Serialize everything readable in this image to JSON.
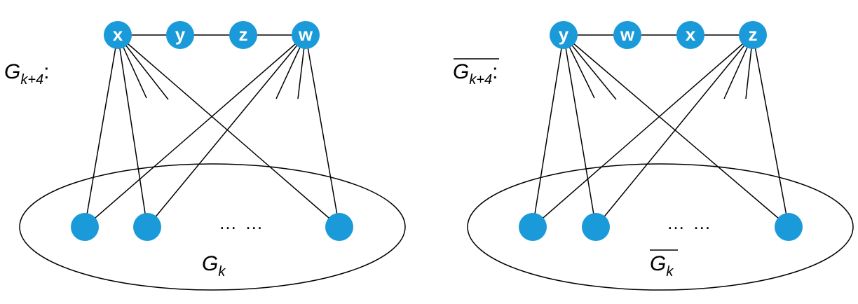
{
  "node_color": "#1a9ad9",
  "left": {
    "label_main": "G",
    "label_sub": "k+4",
    "label_colon": ":",
    "inner_label_main": "G",
    "inner_label_sub": "k",
    "overline": false,
    "top_nodes": [
      "x",
      "y",
      "z",
      "w"
    ],
    "dots": "… …"
  },
  "right": {
    "label_main": "G",
    "label_sub": "k+4",
    "label_colon": ":",
    "inner_label_main": "G",
    "inner_label_sub": "k",
    "overline": true,
    "top_nodes": [
      "y",
      "w",
      "x",
      "z"
    ],
    "dots": "… …"
  }
}
